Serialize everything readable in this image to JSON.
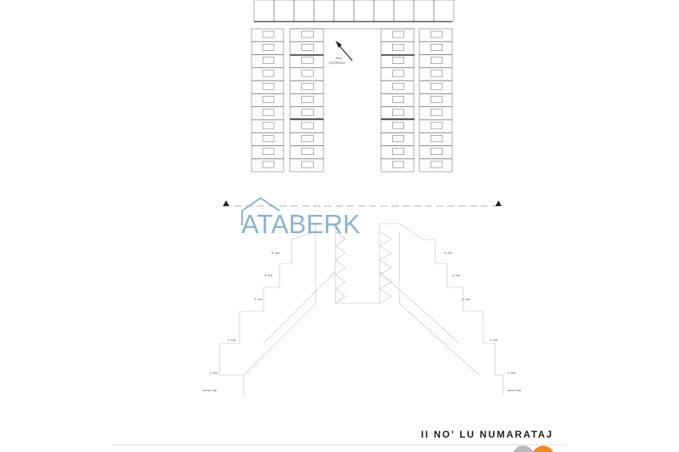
{
  "plan": {
    "core_label_1": "ANA",
    "core_label_2": "ÇEKİRDEK"
  },
  "watermark": {
    "text": "ATABERK",
    "color": "#8fb3cf"
  },
  "section": {
    "floors_left": [
      "5. kat",
      "4. kat",
      "3. kat",
      "2. kat",
      "1. kat",
      "zemin kat"
    ],
    "floors_right": [
      "5. kat",
      "4. kat",
      "3. kat",
      "2. kat",
      "1. kat",
      "zemin kat"
    ]
  },
  "footer": {
    "title": "II NO' LU NUMARATAJ",
    "logo_colors": [
      "#b9b9b9",
      "#f08a24"
    ]
  }
}
